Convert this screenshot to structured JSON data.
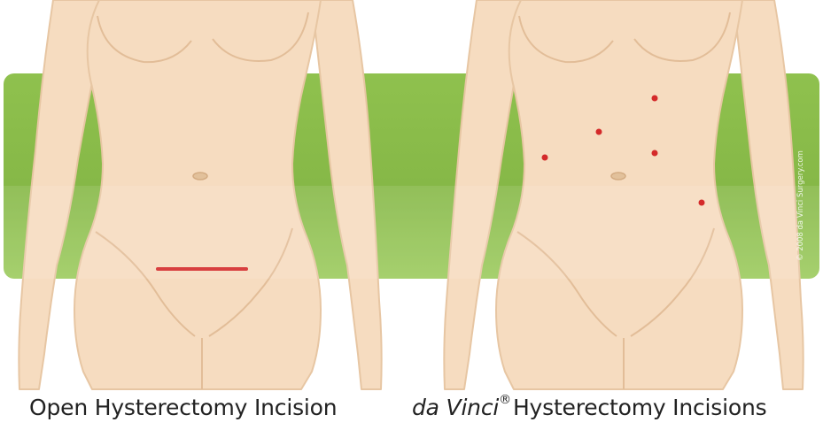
{
  "captions": {
    "left": "Open Hysterectomy Incision",
    "right_prefix": "da Vinci",
    "right_mark": "®",
    "right_suffix": "Hysterectomy Incisions"
  },
  "copyright": "© 2008 da Vinci Surgery.com",
  "colors": {
    "band": "#8dbe4d",
    "skin": "#f6dcc0",
    "skin_outline": "#e8c8a6",
    "incision": "#d42a2a",
    "caption_text": "#222222"
  }
}
